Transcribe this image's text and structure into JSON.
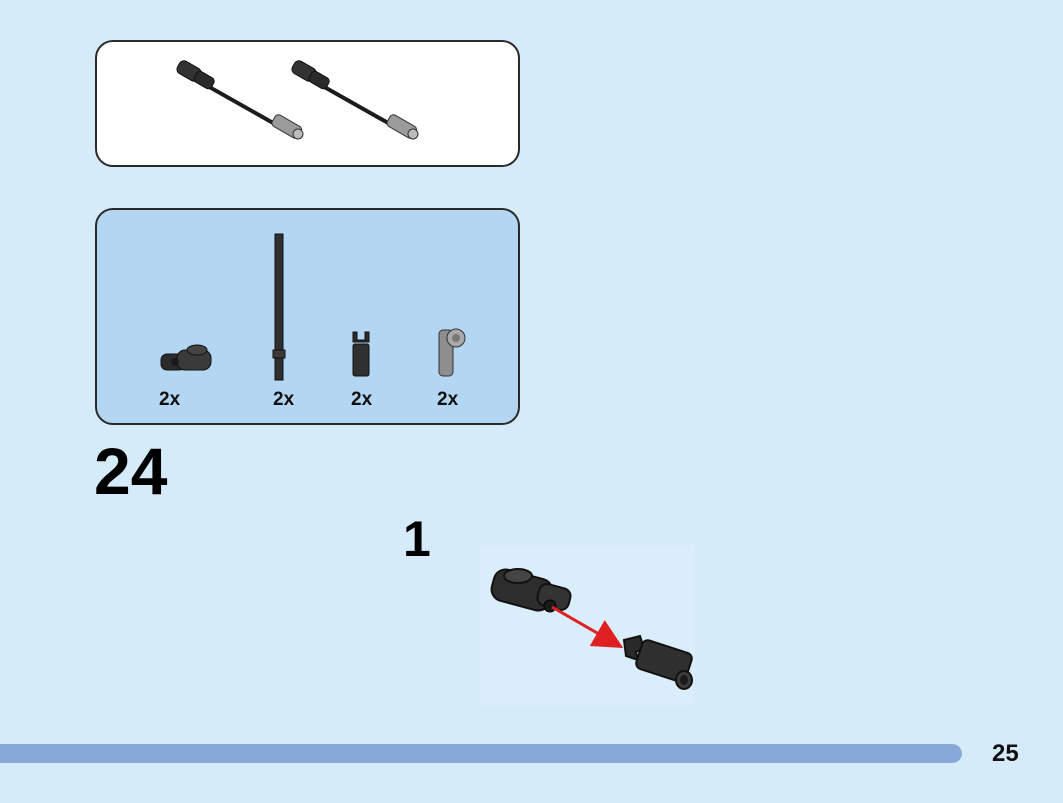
{
  "step": {
    "number": "24",
    "substep": "1"
  },
  "parts_list": [
    {
      "name": "plate-with-clip-icon",
      "quantity": "2x",
      "color": "#2b2b2b"
    },
    {
      "name": "bar-with-stop-icon",
      "quantity": "2x",
      "color": "#2b2b2b"
    },
    {
      "name": "bar-holder-with-clip-icon",
      "quantity": "2x",
      "color": "#2b2b2b"
    },
    {
      "name": "bar-holder-grey-icon",
      "quantity": "2x",
      "color": "#9a9a9a"
    }
  ],
  "result_preview": {
    "assemblies": 2,
    "icon": "tow-bar-assembly-icon"
  },
  "progress": {
    "fraction": 1.0
  },
  "page_number": "25",
  "colors": {
    "background": "#d6ebfa",
    "parts_panel": "#b3d7f3",
    "arrow": "#e02020",
    "progress_fill": "#86a9d9"
  }
}
